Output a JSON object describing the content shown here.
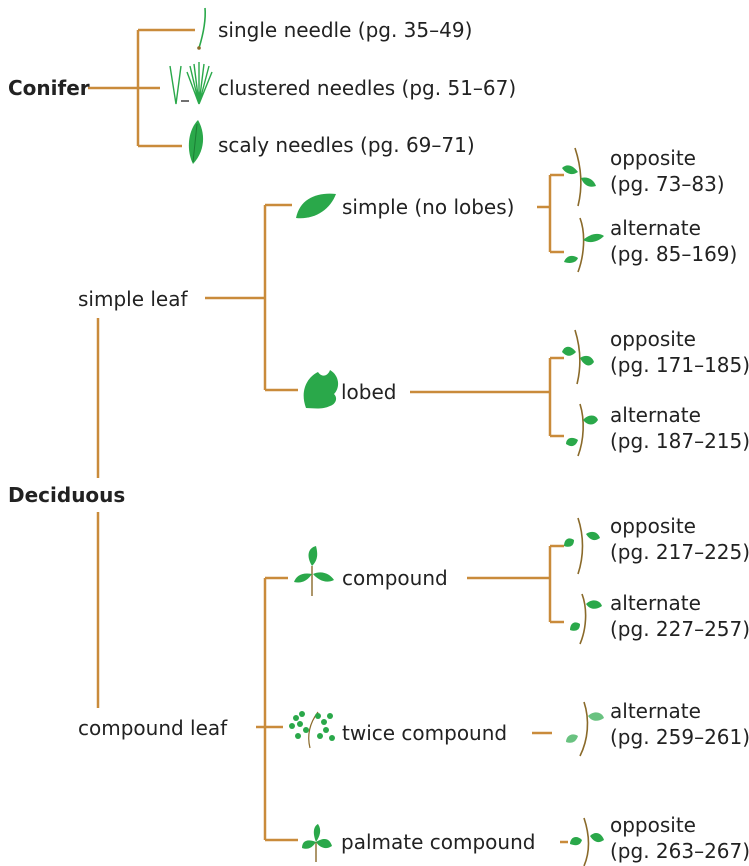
{
  "colors": {
    "line": "#c98b3b",
    "leaf": "#2aa84a",
    "stem": "#8a6a2a"
  },
  "conifer": {
    "title": "Conifer",
    "items": [
      {
        "label": "single needle (pg. 35–49)",
        "icon": "single-needle-icon"
      },
      {
        "label": "clustered needles (pg. 51–67)",
        "icon": "clustered-needles-icon"
      },
      {
        "label": "scaly needles (pg. 69–71)",
        "icon": "scaly-needles-icon"
      }
    ]
  },
  "deciduous": {
    "title": "Deciduous",
    "simple_leaf": {
      "label": "simple leaf",
      "no_lobes": {
        "label": "simple (no lobes)",
        "opposite": {
          "word": "opposite",
          "pages": "(pg. 73–83)"
        },
        "alternate": {
          "word": "alternate",
          "pages": "(pg. 85–169)"
        }
      },
      "lobed": {
        "label": "lobed",
        "opposite": {
          "word": "opposite",
          "pages": "(pg. 171–185)"
        },
        "alternate": {
          "word": "alternate",
          "pages": "(pg. 187–215)"
        }
      }
    },
    "compound_leaf": {
      "label": "compound leaf",
      "compound": {
        "label": "compound",
        "opposite": {
          "word": "opposite",
          "pages": "(pg. 217–225)"
        },
        "alternate": {
          "word": "alternate",
          "pages": "(pg. 227–257)"
        }
      },
      "twice_compound": {
        "label": "twice compound",
        "alternate": {
          "word": "alternate",
          "pages": "(pg. 259–261)"
        }
      },
      "palmate_compound": {
        "label": "palmate compound",
        "opposite": {
          "word": "opposite",
          "pages": "(pg. 263–267)"
        }
      }
    }
  }
}
